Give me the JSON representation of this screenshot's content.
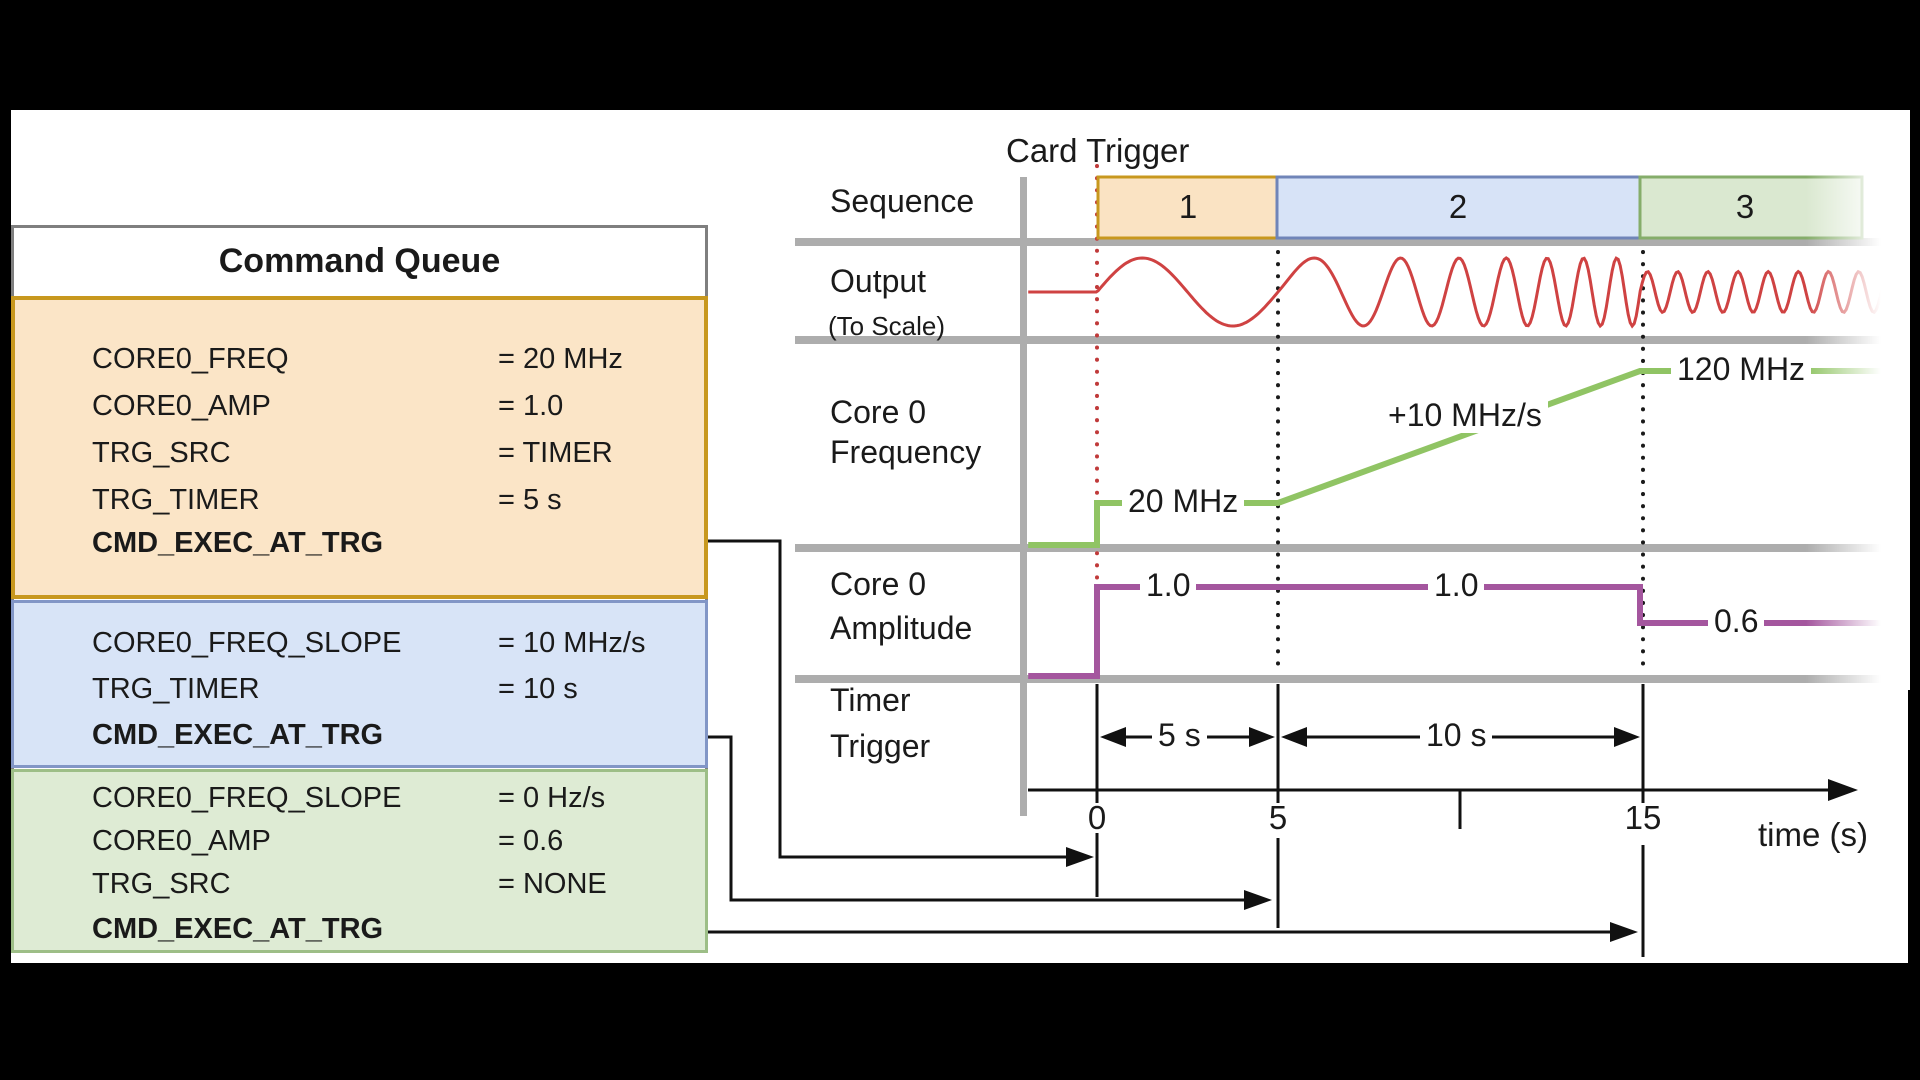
{
  "colors": {
    "output_wave": "#cf4242",
    "frequency_line": "#90c464",
    "amplitude_line": "#a4569e",
    "gray_rule": "#adadad",
    "card_trigger_dotted": "#c03a3a",
    "seq1_fill": "#fae3c3",
    "seq1_border": "#c8981e",
    "seq2_fill": "#d7e3f7",
    "seq2_border": "#7085b8",
    "seq3_fill": "#dae8d0",
    "seq3_border": "#85ad6a"
  },
  "command_queue": {
    "title": "Command Queue",
    "blocks": [
      {
        "commands": [
          {
            "name": "CORE0_FREQ",
            "value": "= 20 MHz"
          },
          {
            "name": "CORE0_AMP",
            "value": "= 1.0"
          },
          {
            "name": "TRG_SRC",
            "value": "= TIMER"
          },
          {
            "name": "TRG_TIMER",
            "value": "= 5 s"
          },
          {
            "name": "CMD_EXEC_AT_TRG",
            "value": ""
          }
        ]
      },
      {
        "commands": [
          {
            "name": "CORE0_FREQ_SLOPE",
            "value": "= 10 MHz/s"
          },
          {
            "name": "TRG_TIMER",
            "value": "= 10 s"
          },
          {
            "name": "CMD_EXEC_AT_TRG",
            "value": ""
          }
        ]
      },
      {
        "commands": [
          {
            "name": "CORE0_FREQ_SLOPE",
            "value": "= 0 Hz/s"
          },
          {
            "name": "CORE0_AMP",
            "value": "= 0.6"
          },
          {
            "name": "TRG_SRC",
            "value": "= NONE"
          },
          {
            "name": "CMD_EXEC_AT_TRG",
            "value": ""
          }
        ]
      }
    ]
  },
  "timing": {
    "card_trigger_label": "Card Trigger",
    "row_labels": {
      "sequence": "Sequence",
      "output": "Output",
      "output_sub": "(To Scale)",
      "freq_line1": "Core 0",
      "freq_line2": "Frequency",
      "amp_line1": "Core 0",
      "amp_line2": "Amplitude",
      "timer_line1": "Timer",
      "timer_line2": "Trigger"
    },
    "sequence_blocks": [
      {
        "label": "1"
      },
      {
        "label": "2"
      },
      {
        "label": "3"
      }
    ],
    "frequency_labels": {
      "start": "20 MHz",
      "slope": "+10 MHz/s",
      "end": "120 MHz"
    },
    "amplitude_labels": {
      "first": "1.0",
      "second": "1.0",
      "final": "0.6"
    },
    "timer_labels": {
      "first": "5 s",
      "second": "10 s"
    },
    "axis": {
      "tick0": "0",
      "tick1": "5",
      "tick2": "15",
      "label": "time (s)"
    }
  },
  "chart_data": {
    "type": "line",
    "title": "AWG command-queue timing diagram",
    "xlabel": "time (s)",
    "x_ticks": [
      0,
      5,
      15
    ],
    "x_unlabeled_ticks": [
      10
    ],
    "card_trigger_time": 0,
    "sequences": [
      {
        "label": "1",
        "start": 0,
        "end": 5
      },
      {
        "label": "2",
        "start": 5,
        "end": 15
      },
      {
        "label": "3",
        "start": 15,
        "end": null
      }
    ],
    "series": [
      {
        "name": "Core 0 Frequency (MHz)",
        "plot_points": [
          [
            -1.9,
            0
          ],
          [
            0,
            0
          ],
          [
            0,
            20
          ],
          [
            5,
            20
          ],
          [
            15,
            120
          ],
          [
            22,
            120
          ]
        ],
        "annotations": [
          "20 MHz",
          "+10 MHz/s",
          "120 MHz"
        ]
      },
      {
        "name": "Core 0 Amplitude",
        "plot_points": [
          [
            -1.9,
            0
          ],
          [
            0,
            0
          ],
          [
            0,
            1.0
          ],
          [
            15,
            1.0
          ],
          [
            15,
            0.6
          ],
          [
            22,
            0.6
          ]
        ],
        "annotations": [
          "1.0",
          "1.0",
          "0.6"
        ]
      },
      {
        "name": "Timer Trigger",
        "intervals": [
          {
            "label": "5 s",
            "from": 0,
            "to": 5
          },
          {
            "label": "10 s",
            "from": 5,
            "to": 15
          }
        ]
      }
    ],
    "output_wave": {
      "description": "Sine output, frequency 20 MHz from t=0, ramp +10 MHz/s from t=5 to t=15 reaching 120 MHz, amplitude drops 1.0 to 0.6 at t=15",
      "t_start": -1.9,
      "t_end": 22.0,
      "f0_mhz": 20,
      "slope_mhz_per_s": 10,
      "ramp_start_s": 5,
      "ramp_end_s": 15,
      "f1_mhz": 120,
      "amp_before": 1.0,
      "amp_after": 0.6,
      "amp_change_s": 15,
      "visual_cycles_per_s_at_f0": 0.2
    }
  }
}
